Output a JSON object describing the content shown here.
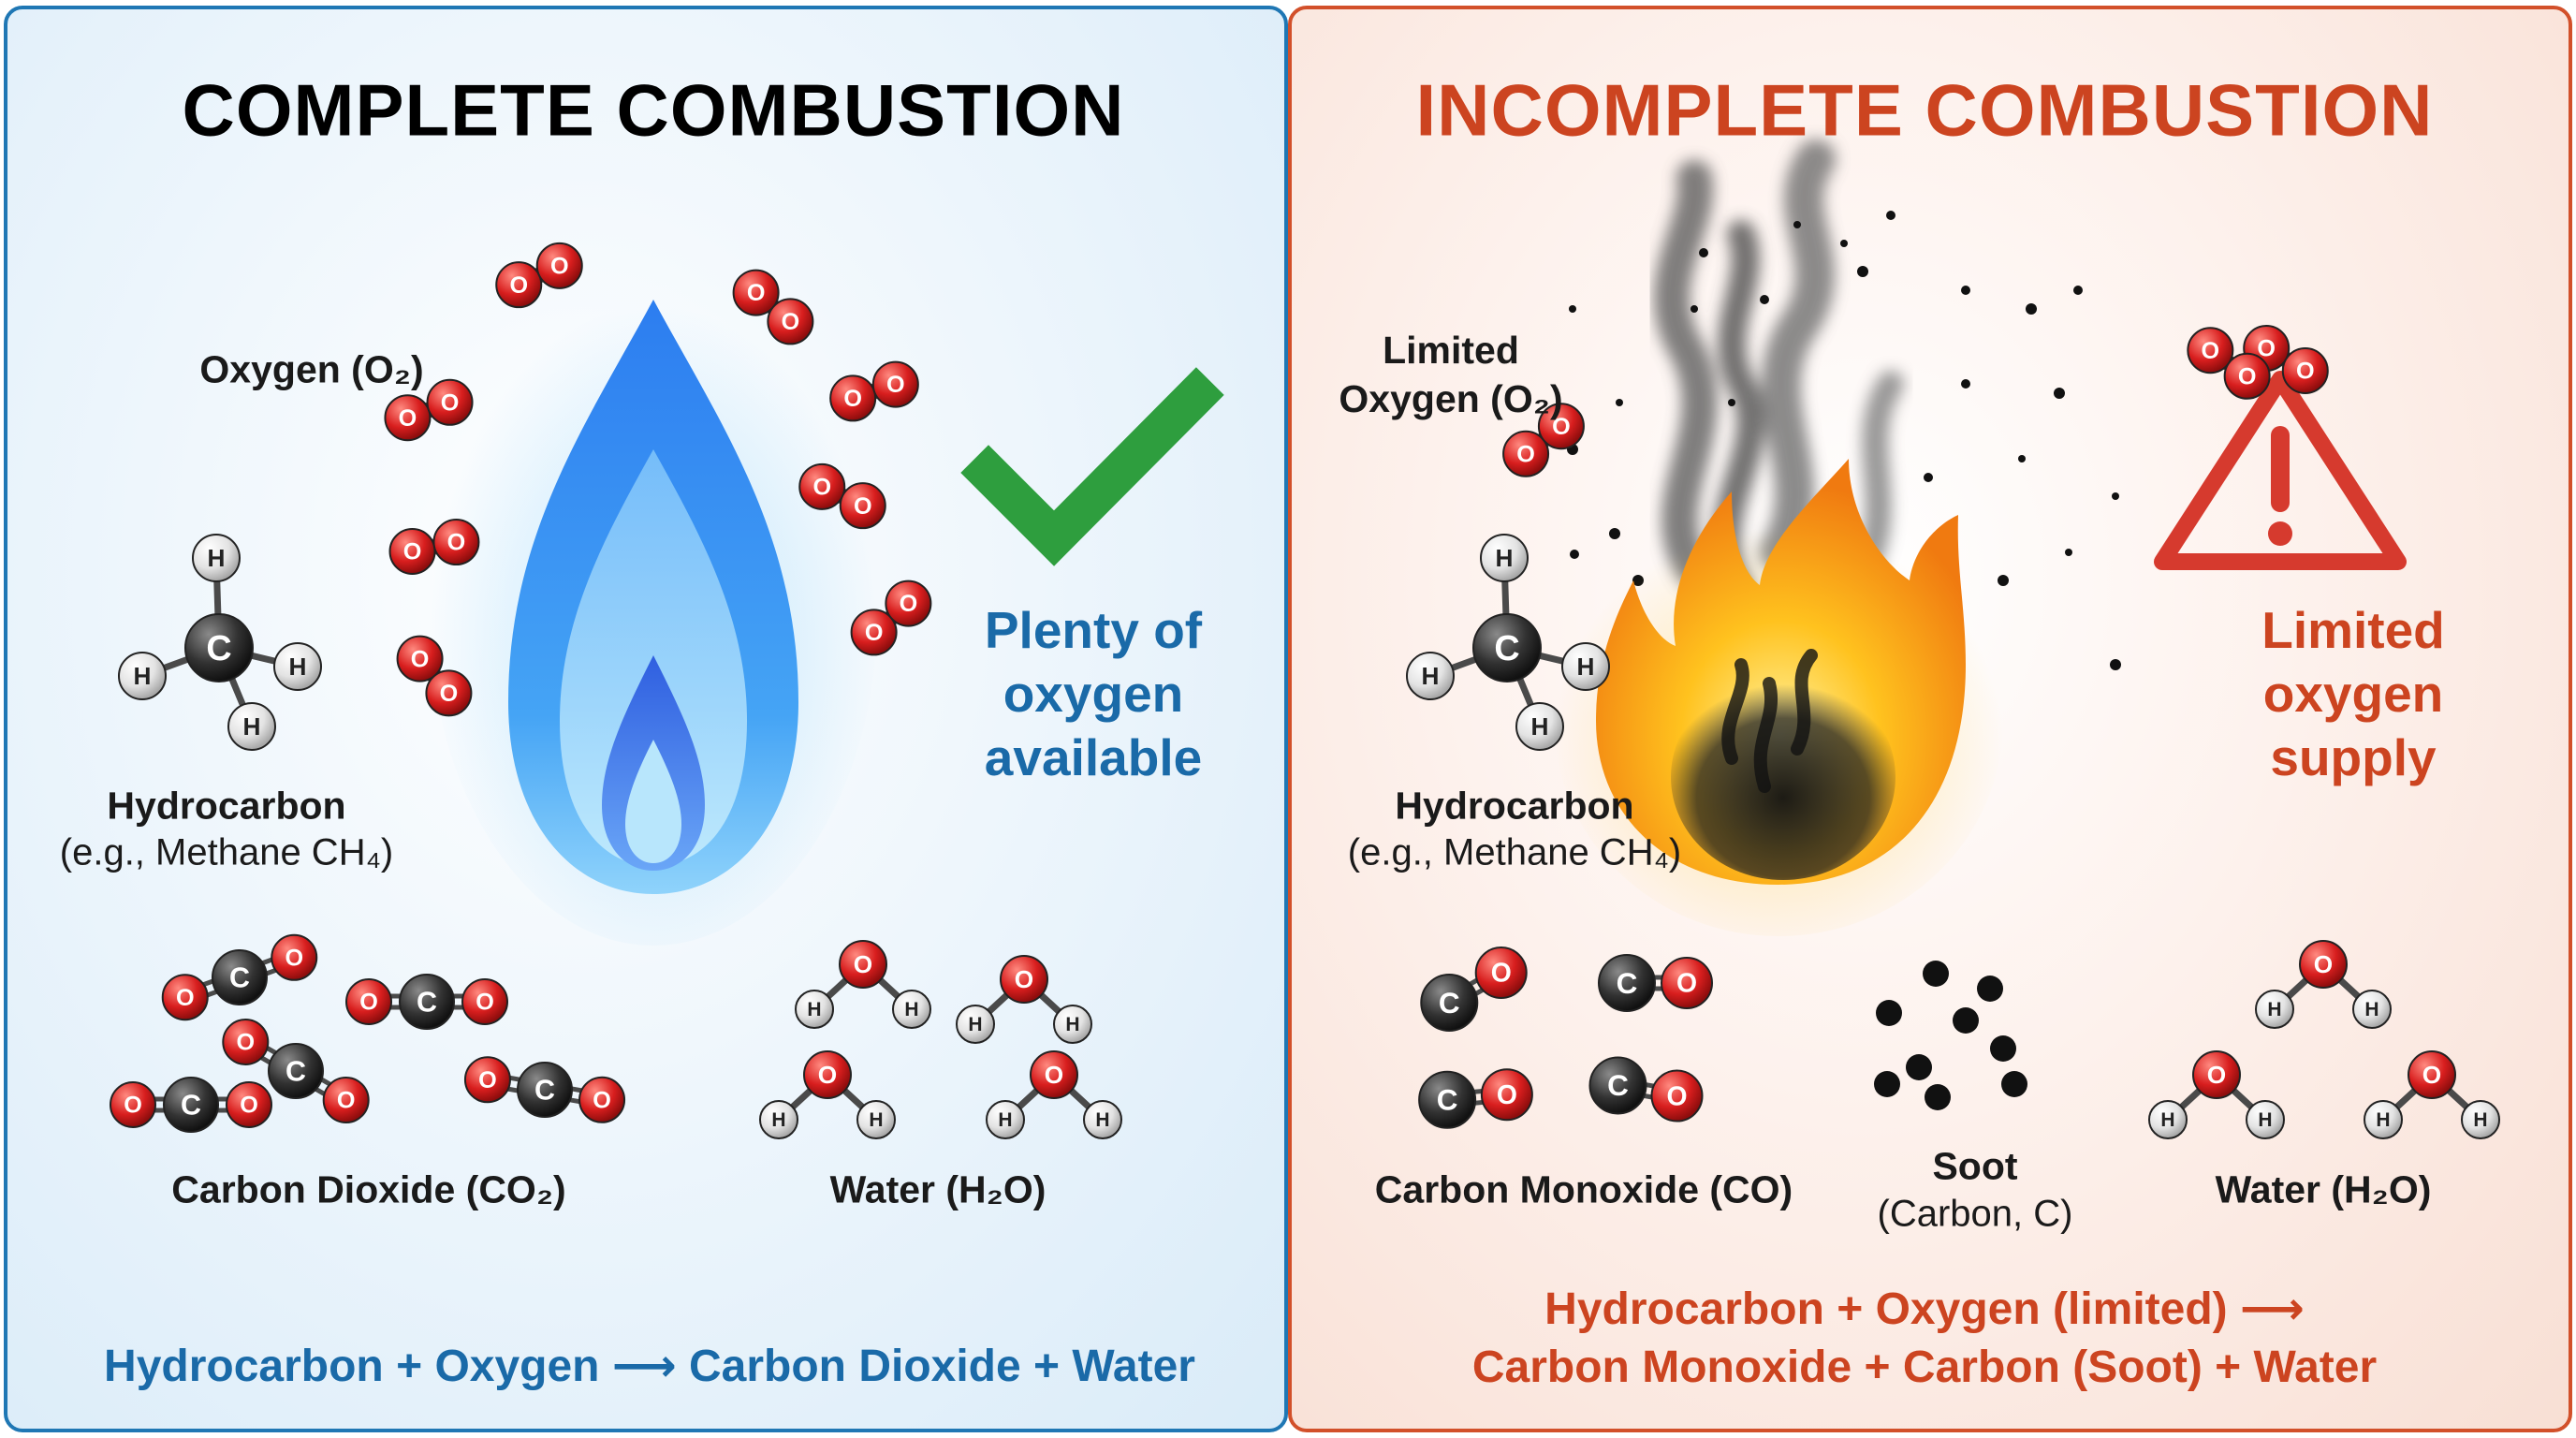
{
  "colors": {
    "complete": "#1a6aa8",
    "incomplete": "#cc4420",
    "oxygen_atom": "#d81e1e",
    "carbon_atom": "#333333",
    "hydrogen_atom": "#dcdcdc",
    "checkmark": "#2e9e3e",
    "warning": "#d63a2e"
  },
  "icons": {
    "check": "checkmark-icon",
    "warning": "warning-triangle-icon"
  },
  "complete": {
    "title": "COMPLETE COMBUSTION",
    "oxygen_label": "Oxygen (O₂)",
    "hydrocarbon_label": "Hydrocarbon",
    "hydrocarbon_example": "(e.g., Methane CH₄)",
    "note_lines": [
      "Plenty of",
      "oxygen",
      "available"
    ],
    "co2_label": "Carbon Dioxide (CO₂)",
    "water_label": "Water (H₂O)",
    "equation": "Hydrocarbon + Oxygen ⟶ Carbon Dioxide + Water"
  },
  "incomplete": {
    "title": "INCOMPLETE COMBUSTION",
    "oxygen_label_lines": [
      "Limited",
      "Oxygen (O₂)"
    ],
    "hydrocarbon_label": "Hydrocarbon",
    "hydrocarbon_example": "(e.g., Methane CH₄)",
    "note_lines": [
      "Limited",
      "oxygen",
      "supply"
    ],
    "co_label": "Carbon Monoxide (CO)",
    "soot_label": "Soot",
    "soot_sub": "(Carbon, C)",
    "water_label": "Water (H₂O)",
    "equation_lines": [
      "Hydrocarbon + Oxygen (limited) ⟶",
      "Carbon Monoxide + Carbon (Soot) + Water"
    ]
  },
  "atoms": {
    "oxygen": "O",
    "carbon": "C",
    "hydrogen": "H"
  }
}
